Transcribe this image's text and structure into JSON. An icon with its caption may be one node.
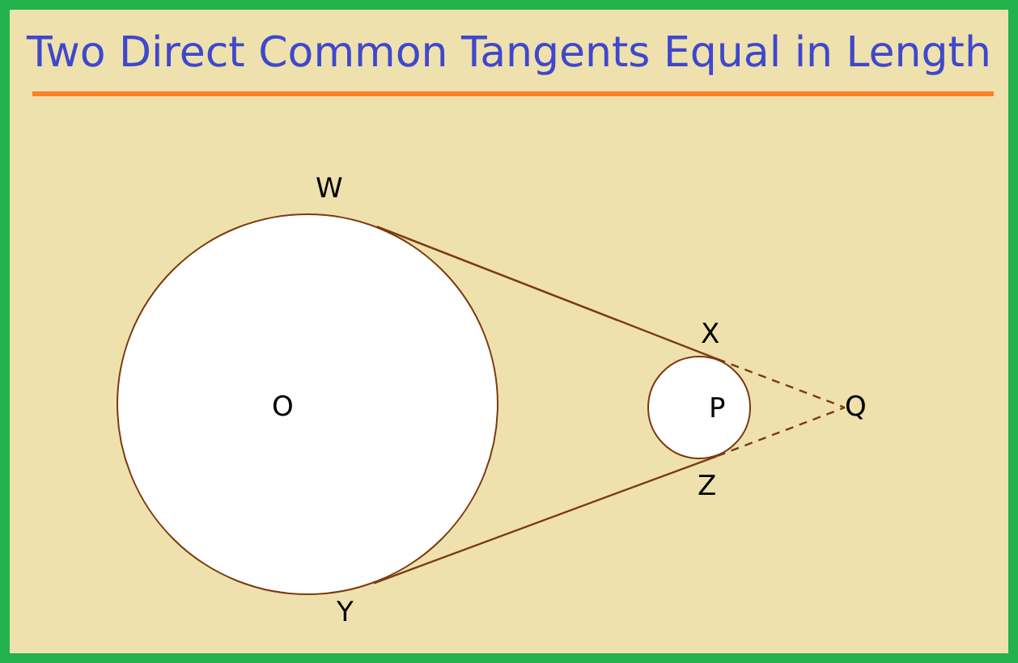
{
  "diagram": {
    "title": "Two Direct Common Tangents Equal in Length",
    "nodes": [
      {
        "text": [
          "O"
        ]
      },
      {
        "text": [
          "P"
        ]
      },
      {
        "text": [
          "Q"
        ]
      }
    ],
    "edges": [
      {
        "from": 0,
        "to": 1,
        "arrow": "none"
      },
      {
        "from": 1,
        "to": 2,
        "arrow": "none",
        "style": "dashed"
      },
      {
        "from": 0,
        "to": 1,
        "arrow": "none"
      },
      {
        "from": 1,
        "to": 2,
        "arrow": "none",
        "style": "dashed"
      }
    ],
    "labels": [
      "W",
      "X",
      "Z",
      "Y"
    ]
  }
}
